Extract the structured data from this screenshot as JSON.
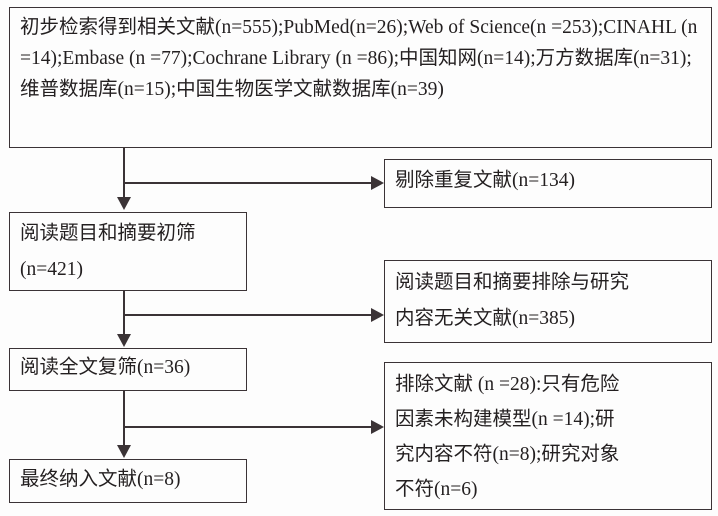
{
  "figure": {
    "type": "flowchart",
    "orientation": "top-to-bottom",
    "stroke_color": "#3b3336",
    "text_color": "#231f20",
    "background_color": "#fdfdfd"
  },
  "boxes": {
    "identification": {
      "text": "初步检索得到相关文献(n=555);PubMed(n=26);Web of Science(n =253);CINAHL (n =14);Embase (n =77);Cochrane Library (n =86);中国知网(n=14);万方数据库(n=31);维普数据库(n=15);中国生物医学文献数据库(n=39)",
      "label": "初步检索得到相关文献",
      "total_n": 555,
      "sources": [
        {
          "name": "PubMed",
          "n": 26
        },
        {
          "name": "Web of Science",
          "n": 253
        },
        {
          "name": "CINAHL",
          "n": 14
        },
        {
          "name": "Embase",
          "n": 77
        },
        {
          "name": "Cochrane Library",
          "n": 86
        },
        {
          "name": "中国知网",
          "n": 14
        },
        {
          "name": "万方数据库",
          "n": 31
        },
        {
          "name": "维普数据库",
          "n": 15
        },
        {
          "name": "中国生物医学文献数据库",
          "n": 39
        }
      ]
    },
    "duplicates": {
      "text": "剔除重复文献(n=134)",
      "label": "剔除重复文献",
      "n": 134
    },
    "screening": {
      "text": "阅读题目和摘要初筛\n(n=421)",
      "label": "阅读题目和摘要初筛",
      "n": 421
    },
    "excluded_abstract": {
      "text": "阅读题目和摘要排除与研究\n内容无关文献(n=385)",
      "label": "阅读题目和摘要排除与研究内容无关文献",
      "n": 385
    },
    "fulltext": {
      "text": "阅读全文复筛(n=36)",
      "label": "阅读全文复筛",
      "n": 36
    },
    "excluded_fulltext": {
      "text": "排除文献 (n =28):只有危险\n因素未构建模型(n =14);研\n究内容不符(n=8);研究对象\n不符(n=6)",
      "label": "排除文献",
      "n": 28,
      "reasons": [
        {
          "text": "只有危险因素未构建模型",
          "n": 14
        },
        {
          "text": "研究内容不符",
          "n": 8
        },
        {
          "text": "研究对象不符",
          "n": 6
        }
      ]
    },
    "included": {
      "text": "最终纳入文献(n=8)",
      "label": "最终纳入文献",
      "n": 8
    }
  },
  "connectors": [
    {
      "name": "identification-to-screening",
      "from": "identification",
      "to": "screening",
      "direction": "down"
    },
    {
      "name": "identification-to-duplicates",
      "from": "identification",
      "to": "duplicates",
      "direction": "right"
    },
    {
      "name": "screening-to-fulltext",
      "from": "screening",
      "to": "fulltext",
      "direction": "down"
    },
    {
      "name": "screening-to-excluded-abstract",
      "from": "screening",
      "to": "excluded_abstract",
      "direction": "right"
    },
    {
      "name": "fulltext-to-included",
      "from": "fulltext",
      "to": "included",
      "direction": "down"
    },
    {
      "name": "fulltext-to-excluded-fulltext",
      "from": "fulltext",
      "to": "excluded_fulltext",
      "direction": "right"
    }
  ]
}
